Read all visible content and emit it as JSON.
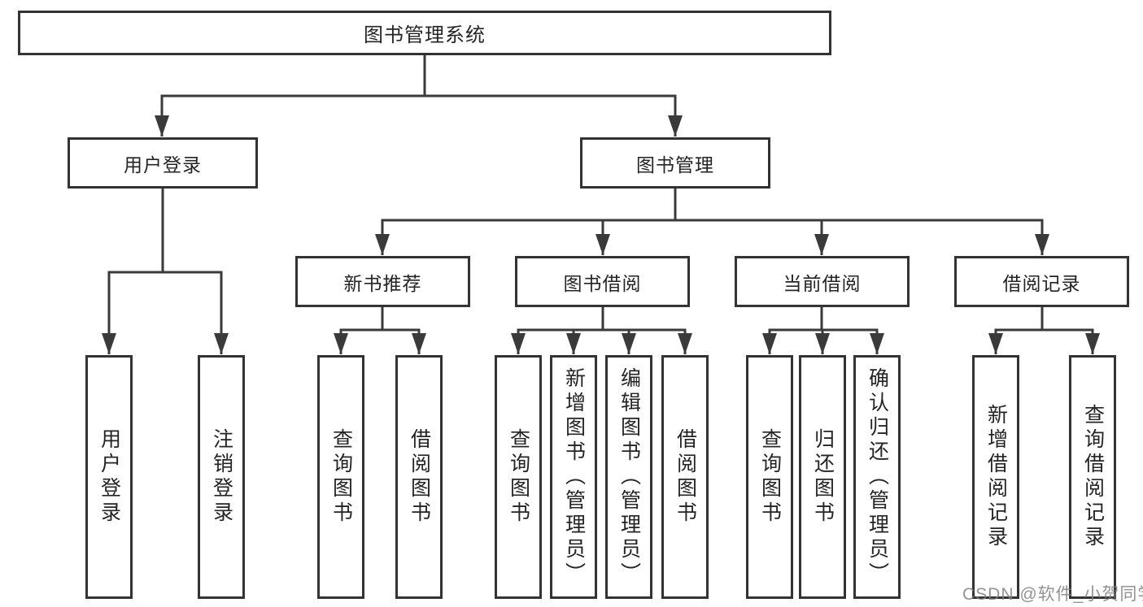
{
  "diagram": {
    "root": {
      "label": "图书管理系统"
    },
    "level2": [
      {
        "label": "用户登录"
      },
      {
        "label": "图书管理"
      }
    ],
    "level3": [
      {
        "label": "新书推荐",
        "parent": "图书管理"
      },
      {
        "label": "图书借阅",
        "parent": "图书管理"
      },
      {
        "label": "当前借阅",
        "parent": "图书管理"
      },
      {
        "label": "借阅记录",
        "parent": "图书管理"
      }
    ],
    "leaves": [
      {
        "label": "用户登录",
        "parent": "用户登录"
      },
      {
        "label": "注销登录",
        "parent": "用户登录"
      },
      {
        "label": "查询图书",
        "parent": "新书推荐"
      },
      {
        "label": "借阅图书",
        "parent": "新书推荐"
      },
      {
        "label": "查询图书",
        "parent": "图书借阅"
      },
      {
        "label": "新增图书（管理员）",
        "parent": "图书借阅"
      },
      {
        "label": "编辑图书（管理员）",
        "parent": "图书借阅"
      },
      {
        "label": "借阅图书",
        "parent": "图书借阅"
      },
      {
        "label": "查询图书",
        "parent": "当前借阅"
      },
      {
        "label": "归还图书",
        "parent": "当前借阅"
      },
      {
        "label": "确认归还（管理员）",
        "parent": "当前借阅"
      },
      {
        "label": "新增借阅记录",
        "parent": "借阅记录"
      },
      {
        "label": "查询借阅记录",
        "parent": "借阅记录"
      }
    ],
    "colors": {
      "line": "#3a3a3a",
      "box_border": "#333333",
      "text": "#242424",
      "watermark": "#808080",
      "background": "#ffffff"
    }
  },
  "watermark": {
    "text": "CSDN @软件_小贺同学"
  }
}
